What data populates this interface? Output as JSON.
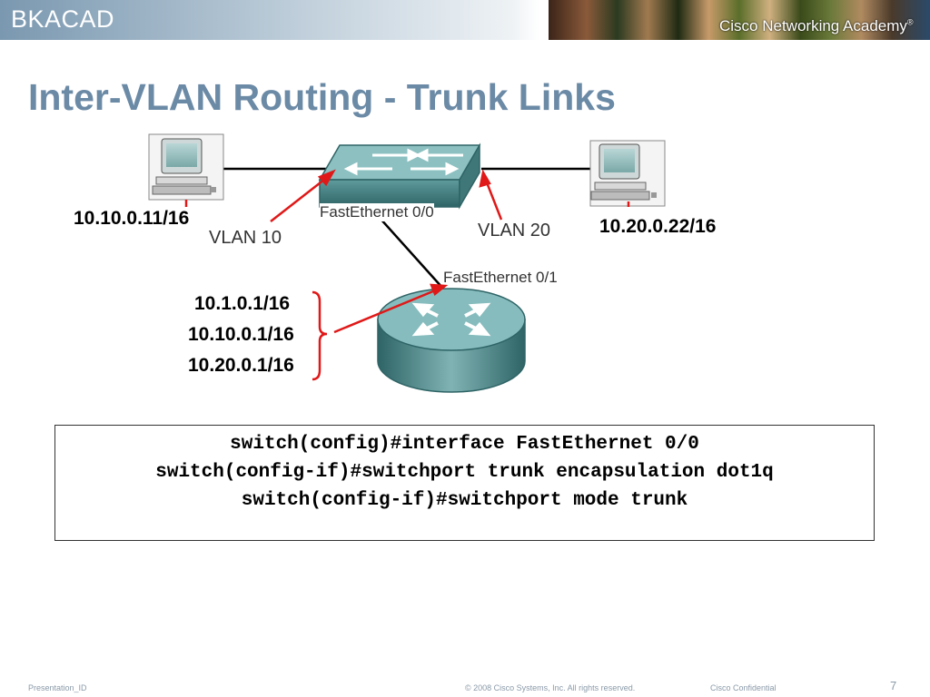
{
  "header": {
    "brand": "BKACAD",
    "academy": "Cisco Networking Academy",
    "academy_mark": "®"
  },
  "slide": {
    "title": "Inter-VLAN Routing - Trunk Links"
  },
  "diagram": {
    "pc_left_ip": "10.10.0.11/16",
    "pc_right_ip": "10.20.0.22/16",
    "vlan_left": "VLAN 10",
    "vlan_right": "VLAN 20",
    "switch_port": "FastEthernet 0/0",
    "router_port": "FastEthernet 0/1",
    "router_ips": [
      "10.1.0.1/16",
      "10.10.0.1/16",
      "10.20.0.1/16"
    ],
    "colors": {
      "annotation": "#e01818",
      "device_teal": "#4f8a8c",
      "link": "#000000"
    }
  },
  "commands": [
    "switch(config)#interface FastEthernet 0/0",
    "switch(config-if)#switchport trunk encapsulation dot1q",
    "switch(config-if)#switchport mode trunk"
  ],
  "footer": {
    "presentation_id": "Presentation_ID",
    "copyright": "© 2008 Cisco Systems, Inc. All rights reserved.",
    "confidential": "Cisco Confidential",
    "page_number": "7"
  }
}
